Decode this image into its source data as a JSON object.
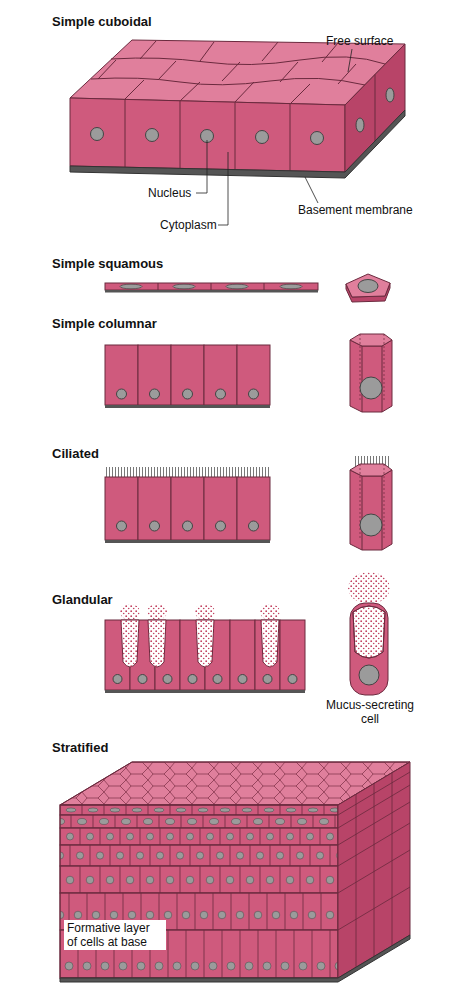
{
  "diagram": {
    "labels": [
      "Simple cuboidal",
      "Free surface",
      "Nucleus",
      "Cytoplasm",
      "Basement membrane",
      "Simple squamous",
      "Simple columnar",
      "Ciliated",
      "Glandular",
      "Mucus-secreting cell",
      "Stratified",
      "Formative layer of cells at base"
    ]
  }
}
